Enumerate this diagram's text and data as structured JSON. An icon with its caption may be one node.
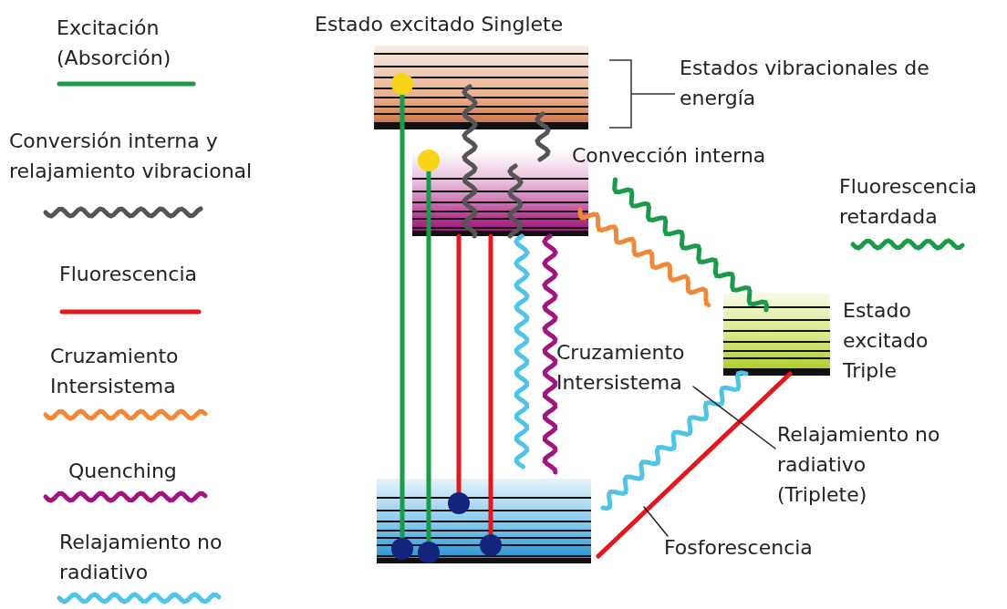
{
  "diagram": {
    "nodes": [
      {
        "text": [],
        "shape": "bar"
      },
      {
        "text": [],
        "shape": "bar"
      },
      {
        "text": [],
        "shape": "bar",
        "beside": [
          "Estado excitado Triple"
        ]
      },
      {
        "text": [],
        "shape": "bar"
      },
      {
        "text": [
          "Relajamiento no radiativo (Triplete)"
        ]
      },
      {
        "text": [
          "Fosforescencia"
        ]
      }
    ],
    "edges": [
      {
        "from": 3,
        "to": 0,
        "arrow": "other",
        "color": "#1a9a4a"
      },
      {
        "from": 3,
        "to": 1,
        "arrow": "other",
        "color": "#1a9a4a"
      },
      {
        "from": 1,
        "to": 3,
        "arrow": "other",
        "color": "#e3171e"
      },
      {
        "from": 1,
        "to": 3,
        "arrow": "other",
        "color": "#e3171e"
      },
      {
        "from": 0,
        "to": 1,
        "arrow": "none",
        "color": "#555555"
      },
      {
        "from": 0,
        "to": 1,
        "arrow": "none",
        "color": "#555555"
      },
      {
        "from": 1,
        "to": 1,
        "arrow": "none",
        "color": "#555555"
      },
      {
        "from": 1,
        "to": 3,
        "arrow": "none",
        "color": "#4fc3e8"
      },
      {
        "from": 1,
        "to": 3,
        "arrow": "none",
        "color": "#a0157f"
      },
      {
        "from": 1,
        "to": 2,
        "arrow": "none",
        "color": "#f0883a"
      },
      {
        "from": 2,
        "to": 1,
        "arrow": "none",
        "color": "#1a9a4a"
      },
      {
        "from": 2,
        "to": 3,
        "arrow": "none",
        "color": "#4fc3e8"
      },
      {
        "from": 2,
        "to": 3,
        "arrow": "none",
        "color": "#e3171e"
      },
      {
        "from": 4,
        "to": null,
        "arrow": "none",
        "color": "#222222"
      },
      {
        "from": 5,
        "to": null,
        "arrow": "none",
        "color": "#222222"
      }
    ],
    "labels": [
      "Estado excitado Singlete",
      "Estados vibracionales de energía",
      "Convección interna",
      "Cruzamiento Intersistema"
    ],
    "legend": [
      {
        "text": "Excitación (Absorción)"
      },
      {
        "text": "Conversión interna y relajamiento vibracional"
      },
      {
        "text": "Fluorescencia"
      },
      {
        "text": "Cruzamiento Intersistema"
      },
      {
        "text": "Quenching"
      },
      {
        "text": "Relajamiento no radiativo"
      },
      {
        "text": "Fluorescencia retardada"
      }
    ]
  }
}
